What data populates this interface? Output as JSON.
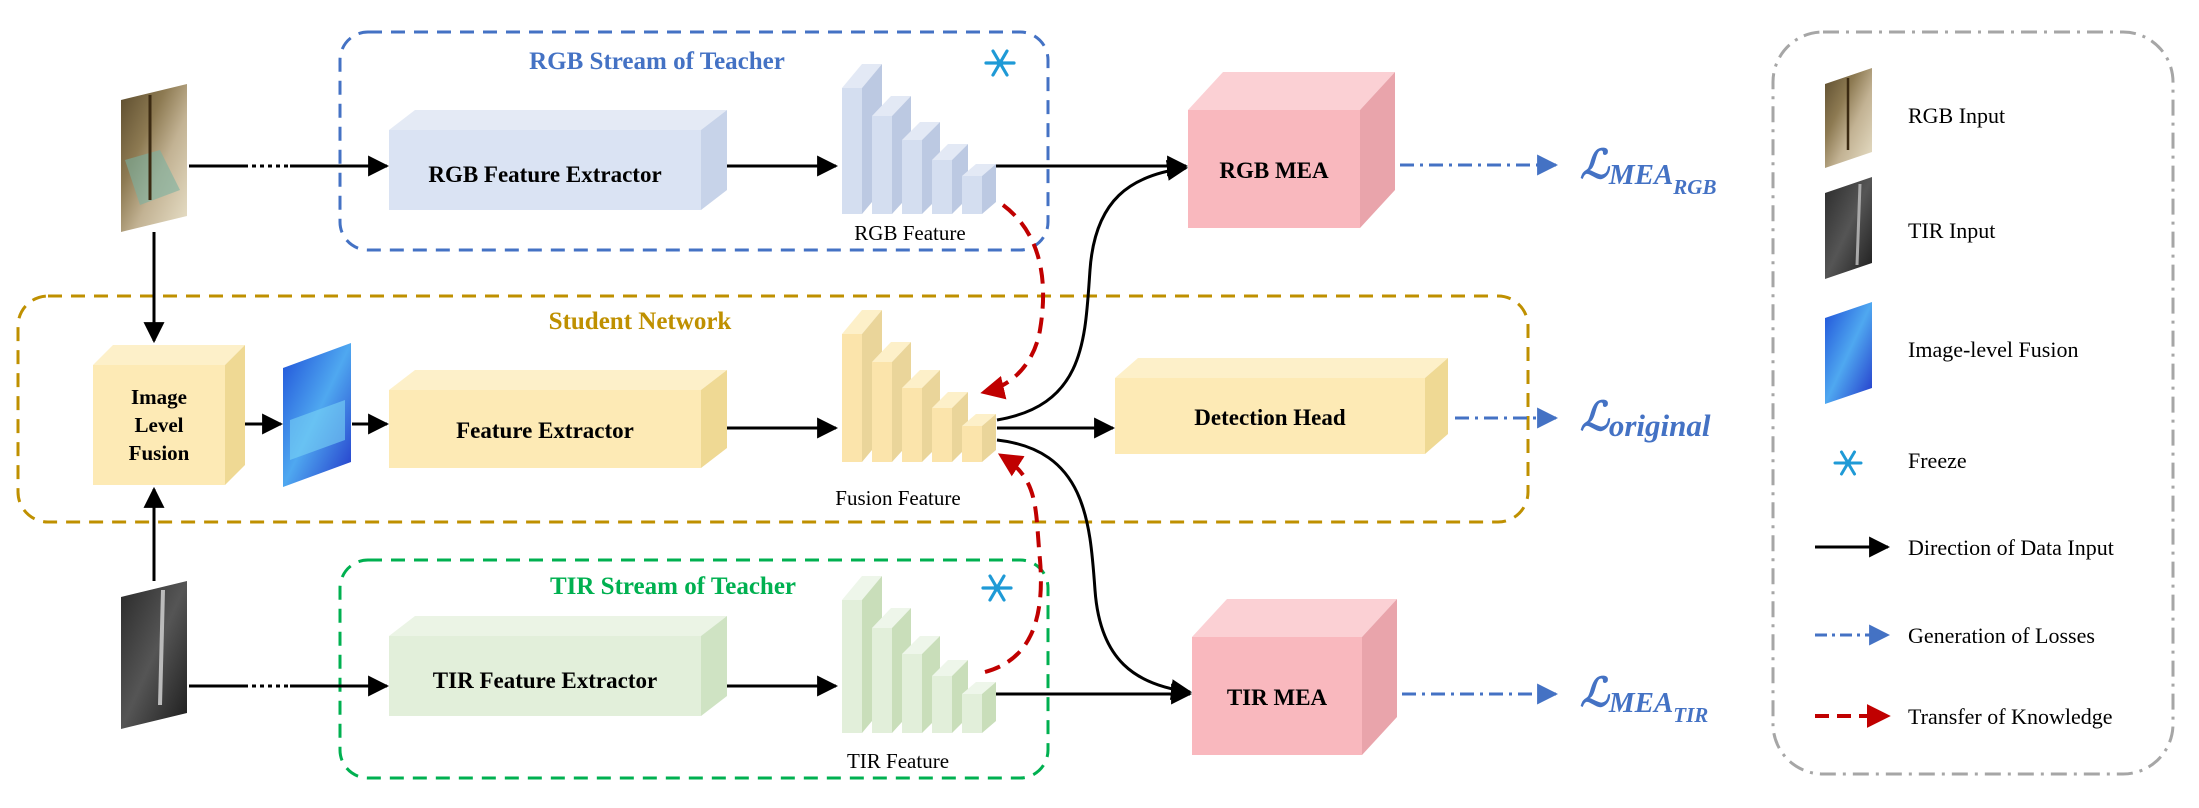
{
  "groups": {
    "rgb_stream": "RGB Stream of Teacher",
    "student": "Student Network",
    "tir_stream": "TIR Stream of Teacher"
  },
  "blocks": {
    "rgb_extractor": "RGB Feature Extractor",
    "feature_extractor": "Feature Extractor",
    "tir_extractor": "TIR Feature Extractor",
    "image_fusion": [
      "Image",
      "Level",
      "Fusion"
    ],
    "detection_head": "Detection Head",
    "rgb_mea": "RGB MEA",
    "tir_mea": "TIR MEA"
  },
  "features": {
    "rgb": "RGB Feature",
    "fusion": "Fusion Feature",
    "tir": "TIR Feature"
  },
  "losses": {
    "rgb": {
      "base": "ℒ",
      "sub": "MEA",
      "subsub": "RGB"
    },
    "original": {
      "base": "ℒ",
      "sub": "original"
    },
    "tir": {
      "base": "ℒ",
      "sub": "MEA",
      "subsub": "TIR"
    }
  },
  "legend": {
    "rgb_input": "RGB Input",
    "tir_input": "TIR Input",
    "fusion": "Image-level Fusion",
    "freeze": "Freeze",
    "data_input": "Direction of Data Input",
    "losses": "Generation of Losses",
    "transfer": "Transfer of Knowledge"
  },
  "colors": {
    "rgb_dash": "#4472c4",
    "student_dash": "#bf9000",
    "tir_dash": "#00b050",
    "rgb_block": "#dae3f3",
    "student_block": "#fdeab5",
    "tir_block": "#e2efda",
    "mea_block": "#f9b8be",
    "loss_text": "#4472c4",
    "transfer_arrow": "#c00000",
    "freeze_icon": "#1f9ad6"
  }
}
